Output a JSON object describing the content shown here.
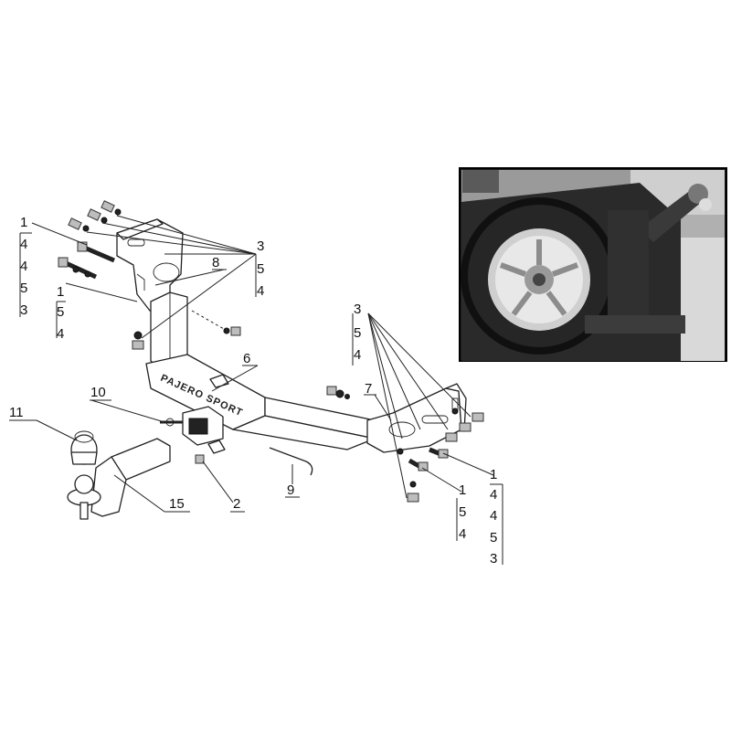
{
  "brand_text": "PAJERO SPORT",
  "label_stack_left": [
    "1",
    "4",
    "4",
    "5",
    "3"
  ],
  "label_stack_left2": [
    "1",
    "5",
    "4"
  ],
  "label_stack_top": [
    "3",
    "5",
    "4"
  ],
  "label_stack_mid": [
    "3",
    "5",
    "4"
  ],
  "label_stack_right": [
    "1",
    "4",
    "4",
    "5",
    "3"
  ],
  "label_stack_right2": [
    "1",
    "5",
    "4"
  ],
  "callouts": {
    "c2": "2",
    "c6": "6",
    "c7": "7",
    "c8": "8",
    "c9": "9",
    "c10": "10",
    "c11": "11",
    "c15": "15"
  },
  "photo": {
    "description_icon": "installed-towbar-photo"
  }
}
